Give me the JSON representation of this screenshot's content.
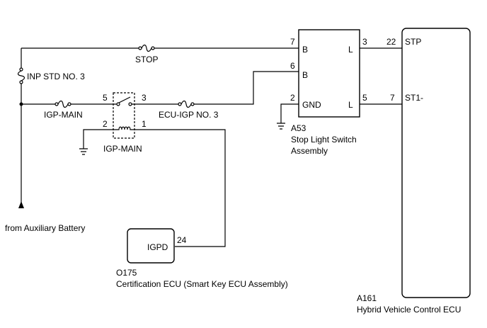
{
  "fuses": {
    "stop": "STOP",
    "inp_std": "INP STD NO. 3",
    "igp_main": "IGP-MAIN",
    "ecu_igp": "ECU-IGP NO. 3"
  },
  "relay": {
    "name": "IGP-MAIN",
    "pin_5": "5",
    "pin_3": "3",
    "pin_2": "2",
    "pin_1": "1"
  },
  "battery_source": "from Auxiliary Battery",
  "switch": {
    "connector": "A53",
    "name_line1": "Stop Light Switch",
    "name_line2": "Assembly",
    "pins": {
      "b7": "7",
      "b6": "6",
      "gnd2": "2",
      "l3": "3",
      "l5": "5"
    },
    "terminals": {
      "b_top": "B",
      "b_mid": "B",
      "gnd": "GND",
      "l_top": "L",
      "l_bottom": "L"
    }
  },
  "cert_ecu": {
    "connector": "O175",
    "name": "Certification ECU (Smart Key ECU Assembly)",
    "terminal": "IGPD",
    "pin": "24"
  },
  "hv_ecu": {
    "connector": "A161",
    "name": "Hybrid Vehicle Control ECU",
    "stp_pin": "22",
    "stp_label": "STP",
    "st1_pin": "7",
    "st1_label": "ST1-"
  }
}
